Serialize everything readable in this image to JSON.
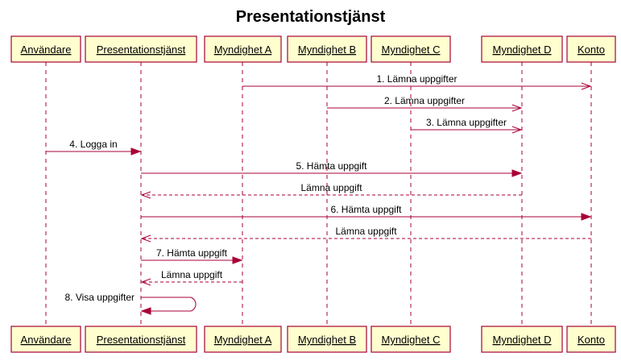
{
  "title": "Presentationstjänst",
  "colors": {
    "participant_fill": "#FEFECE",
    "participant_border": "#A80036",
    "arrow": "#A80036",
    "text": "#000000"
  },
  "participants": [
    "Användare",
    "Presentationstjänst",
    "Myndighet A",
    "Myndighet B",
    "Myndighet C",
    "Myndighet D",
    "Konto"
  ],
  "messages": [
    {
      "from": 2,
      "to": 6,
      "label": "1. Lämna uppgifter",
      "style": "solid",
      "head": "open"
    },
    {
      "from": 3,
      "to": 5,
      "label": "2. Lämna uppgifter",
      "style": "solid",
      "head": "open"
    },
    {
      "from": 4,
      "to": 5,
      "label": "3. Lämna uppgifter",
      "style": "solid",
      "head": "open"
    },
    {
      "from": 0,
      "to": 1,
      "label": "4. Logga in",
      "style": "solid",
      "head": "filled"
    },
    {
      "from": 1,
      "to": 5,
      "label": "5. Hämta uppgift",
      "style": "solid",
      "head": "filled"
    },
    {
      "from": 5,
      "to": 1,
      "label": "Lämna uppgift",
      "style": "dashed",
      "head": "open"
    },
    {
      "from": 1,
      "to": 6,
      "label": "6. Hämta uppgift",
      "style": "solid",
      "head": "filled"
    },
    {
      "from": 6,
      "to": 1,
      "label": "Lämna uppgift",
      "style": "dashed",
      "head": "open"
    },
    {
      "from": 1,
      "to": 2,
      "label": "7. Hämta uppgift",
      "style": "solid",
      "head": "filled"
    },
    {
      "from": 2,
      "to": 1,
      "label": "Lämna uppgift",
      "style": "dashed",
      "head": "open"
    },
    {
      "from": 1,
      "to": 1,
      "label": "8. Visa uppgifter",
      "style": "solid",
      "head": "filled"
    }
  ]
}
